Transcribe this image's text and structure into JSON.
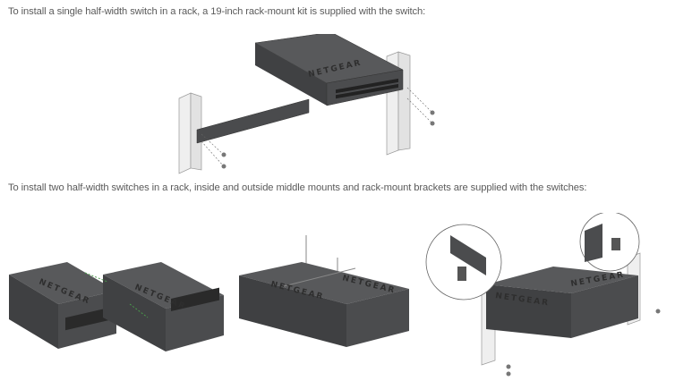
{
  "paragraphs": {
    "single": "To install a single half-width switch in a rack, a 19-inch rack-mount kit is supplied with the switch:",
    "dual": "To install two half-width switches in a rack, inside and outside middle mounts and rack-mount brackets are supplied with the switches:"
  },
  "figures": {
    "brand_logo": "NETGEAR"
  },
  "colors": {
    "text": "#5a5a5a",
    "switch_top": "#555759",
    "switch_side": "#3f4042",
    "rack": "#ececec"
  }
}
